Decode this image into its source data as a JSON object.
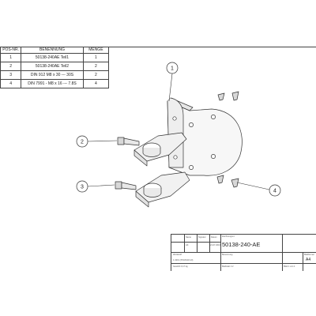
{
  "parts_list": {
    "headers": [
      "POS-NR.",
      "BENENNUNG",
      "MENGE"
    ],
    "rows": [
      {
        "pos": "1",
        "name": "50138-240AE Teil1",
        "qty": "1"
      },
      {
        "pos": "2",
        "name": "50138-240AE Teil2",
        "qty": "2"
      },
      {
        "pos": "3",
        "name": "DIN 912 M8 x 30 --- 30S",
        "qty": "2"
      },
      {
        "pos": "4",
        "name": "DIN 7991 - M8 x 16 --- 7.8S",
        "qty": "4"
      }
    ]
  },
  "callouts": [
    "1",
    "2",
    "3",
    "4"
  ],
  "title_block": {
    "drawing_number_label": "Zeichnungsnr.",
    "drawing_number": "50138-240-AE",
    "designation_label": "Benennung",
    "material_label": "Werkstoff",
    "material": "1.4301 (X5CrNi18-10)",
    "weight": "Gewicht 0,17 kg",
    "scale": "Maßstab 1:2",
    "sheet": "Blatt 1 von 1",
    "sheet_size_label": "Blattformat",
    "sheet_size": "A4",
    "date": "21.07.2016",
    "ak": "AK",
    "signature": "Signatur",
    "date_label": "Datum",
    "name_label": "Name"
  }
}
